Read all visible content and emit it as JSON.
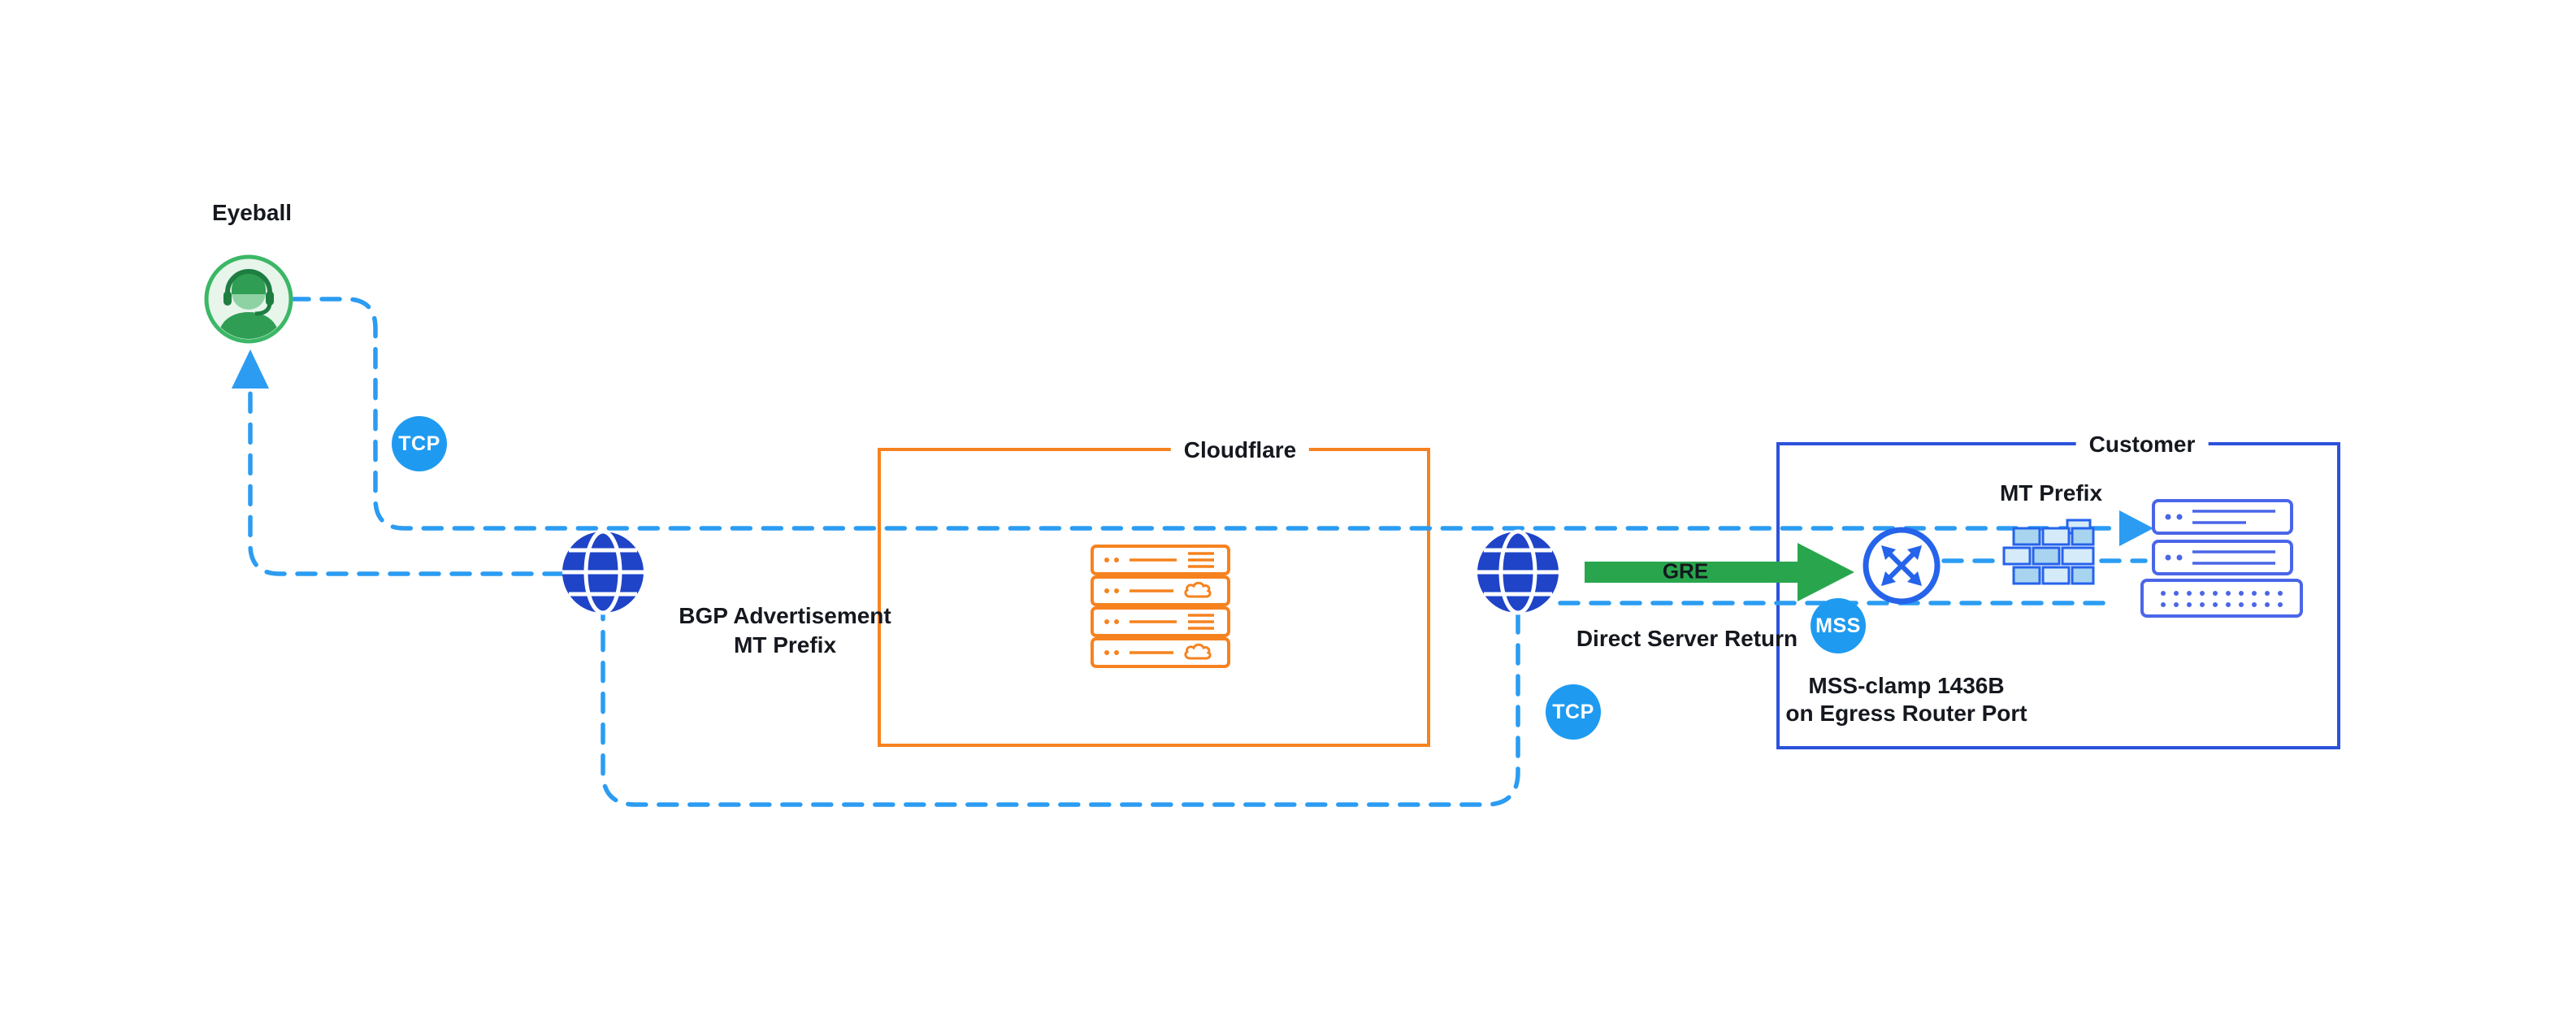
{
  "diagram": {
    "eyeball": {
      "label": "Eyeball"
    },
    "badges": {
      "tcp_left": "TCP",
      "tcp_right": "TCP",
      "mss": "MSS"
    },
    "bgp": {
      "line1": "BGP Advertisement",
      "line2": "MT Prefix"
    },
    "cloudflare": {
      "label": "Cloudflare"
    },
    "customer": {
      "label": "Customer",
      "mt_prefix": "MT Prefix",
      "mss_clamp_line1": "MSS-clamp 1436B",
      "mss_clamp_line2": "on Egress Router Port"
    },
    "tunnel": {
      "gre": "GRE",
      "dsr": "Direct Server Return"
    },
    "icons": {
      "eyeball": "headset-person-icon",
      "internet_left": "globe-icon",
      "internet_right": "globe-icon",
      "cloudflare_servers": "server-stack-icon",
      "router": "router-crossed-arrows-icon",
      "firewall": "brick-wall-icon",
      "customer_servers": "server-stack-icon",
      "gre_arrow": "green-right-arrow-icon",
      "flow": "dashed-blue-flow-lines"
    },
    "colors": {
      "dash_blue": "#2B9CF2",
      "badge_blue": "#1E9BF0",
      "globe_blue": "#1F44C8",
      "customer_border_blue": "#2B52DB",
      "server_blue": "#4A66E8",
      "router_blue": "#2563EB",
      "firewall_fill": "#BFE0F5",
      "cloudflare_orange": "#F6821F",
      "gre_green": "#29A64D",
      "avatar_green": "#3BB766",
      "text": "#15181E"
    }
  }
}
